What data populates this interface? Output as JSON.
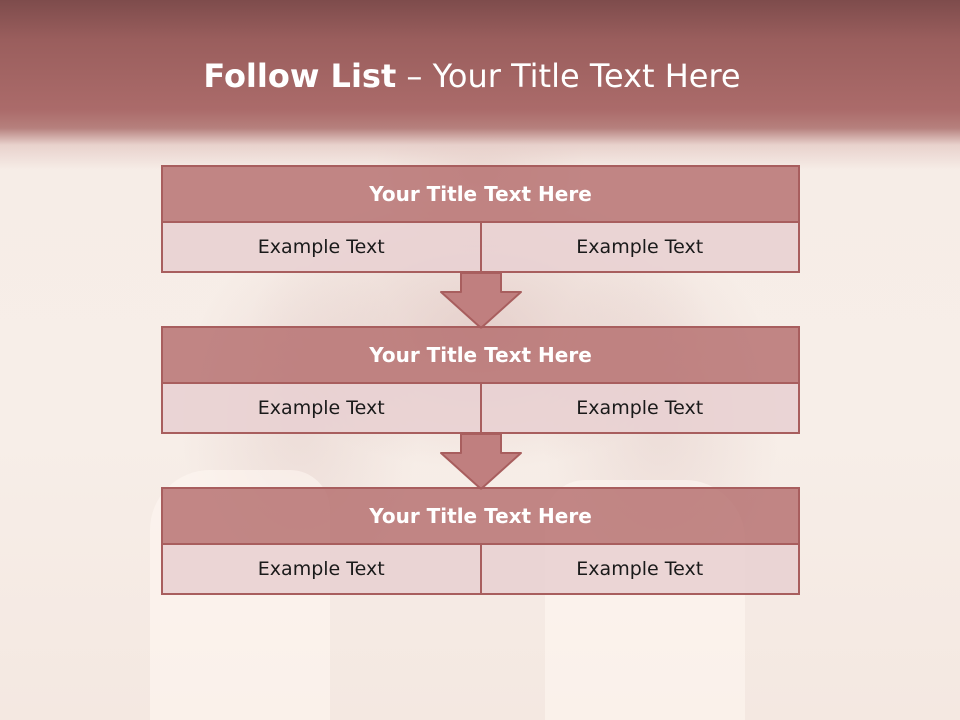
{
  "slide": {
    "title_strong": "Follow List",
    "title_rest": "– Your Title Text Here"
  },
  "stages": [
    {
      "title": "Your Title Text Here",
      "left": "Example Text",
      "right": "Example Text"
    },
    {
      "title": "Your Title Text Here",
      "left": "Example Text",
      "right": "Example Text"
    },
    {
      "title": "Your Title Text Here",
      "left": "Example Text",
      "right": "Example Text"
    }
  ],
  "colors": {
    "header": "#9a5e5d",
    "box_head": "#b46e6e",
    "box_body": "#e8d0d2",
    "border": "#a85e5e"
  },
  "icons": [
    "down-arrow-icon",
    "down-arrow-icon"
  ]
}
